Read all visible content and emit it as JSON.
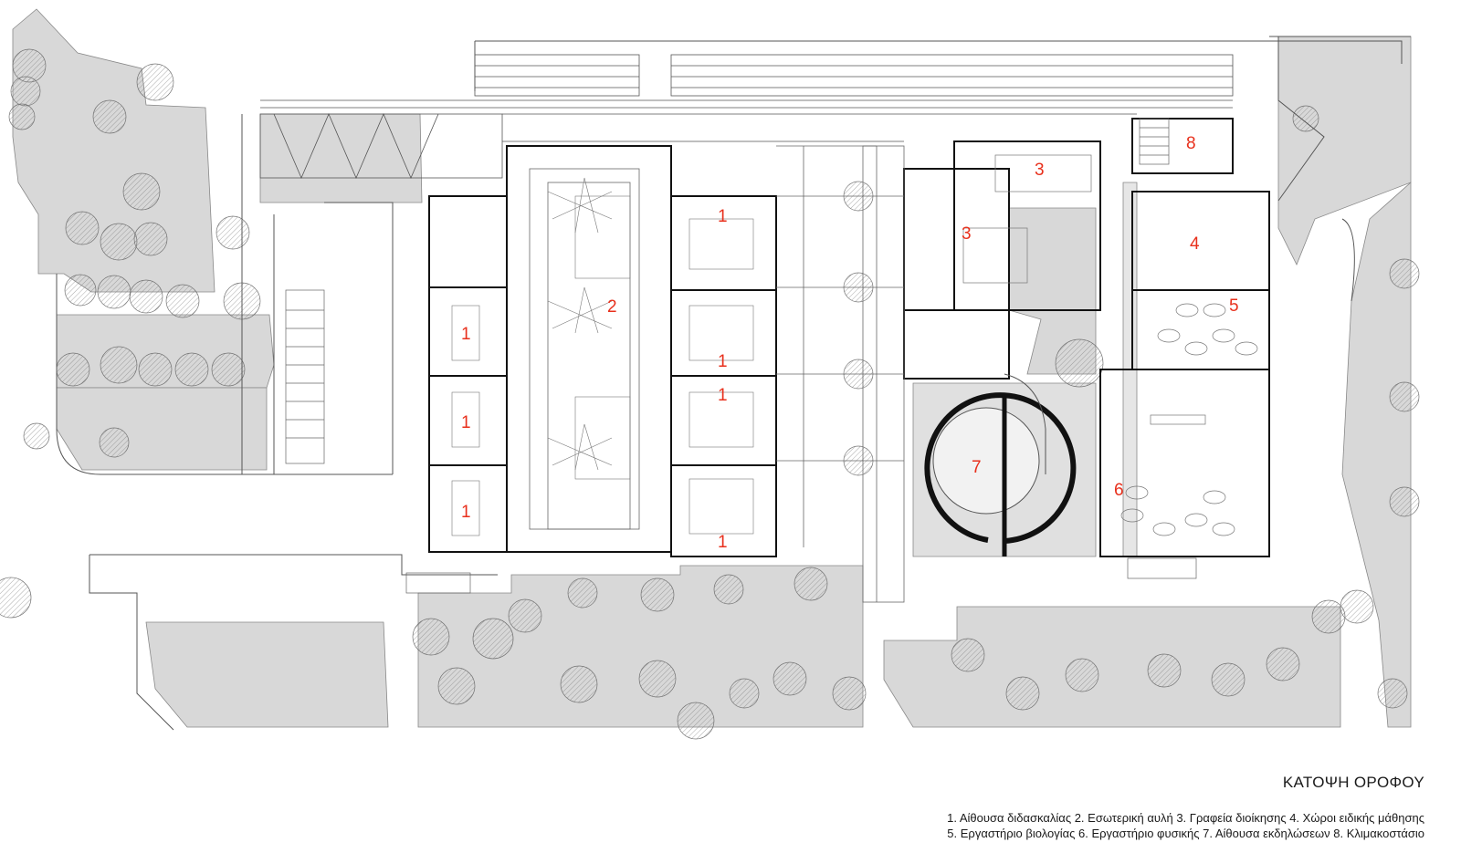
{
  "drawing": {
    "title": "ΚΑΤΟΨΗ ΟΡΟΦΟΥ",
    "legend_lines": [
      "1. Αίθουσα διδασκαλίας  2. Εσωτερική αυλή  3. Γραφεία διοίκησης  4. Χώροι ειδικής μάθησης",
      "5. Εργαστήριο βιολογίας  6. Εργαστήριο φυσικής  7. Αίθουσα εκδηλώσεων  8. Κλιμακοστάσιο"
    ]
  },
  "rooms": {
    "classroom_left_1": "1",
    "classroom_left_2": "1",
    "classroom_left_3": "1",
    "courtyard": "2",
    "classroom_right_1": "1",
    "classroom_right_2": "1",
    "classroom_right_3": "1",
    "classroom_right_4": "1",
    "admin_1": "3",
    "admin_2": "3",
    "special_learning": "4",
    "biology_lab": "5",
    "physics_lab": "6",
    "events_hall": "7",
    "staircase": "8"
  },
  "colors": {
    "room_numbers": "#e8301c",
    "green_areas": "#d8d8d8",
    "walls": "#111111",
    "lines": "#555555"
  }
}
